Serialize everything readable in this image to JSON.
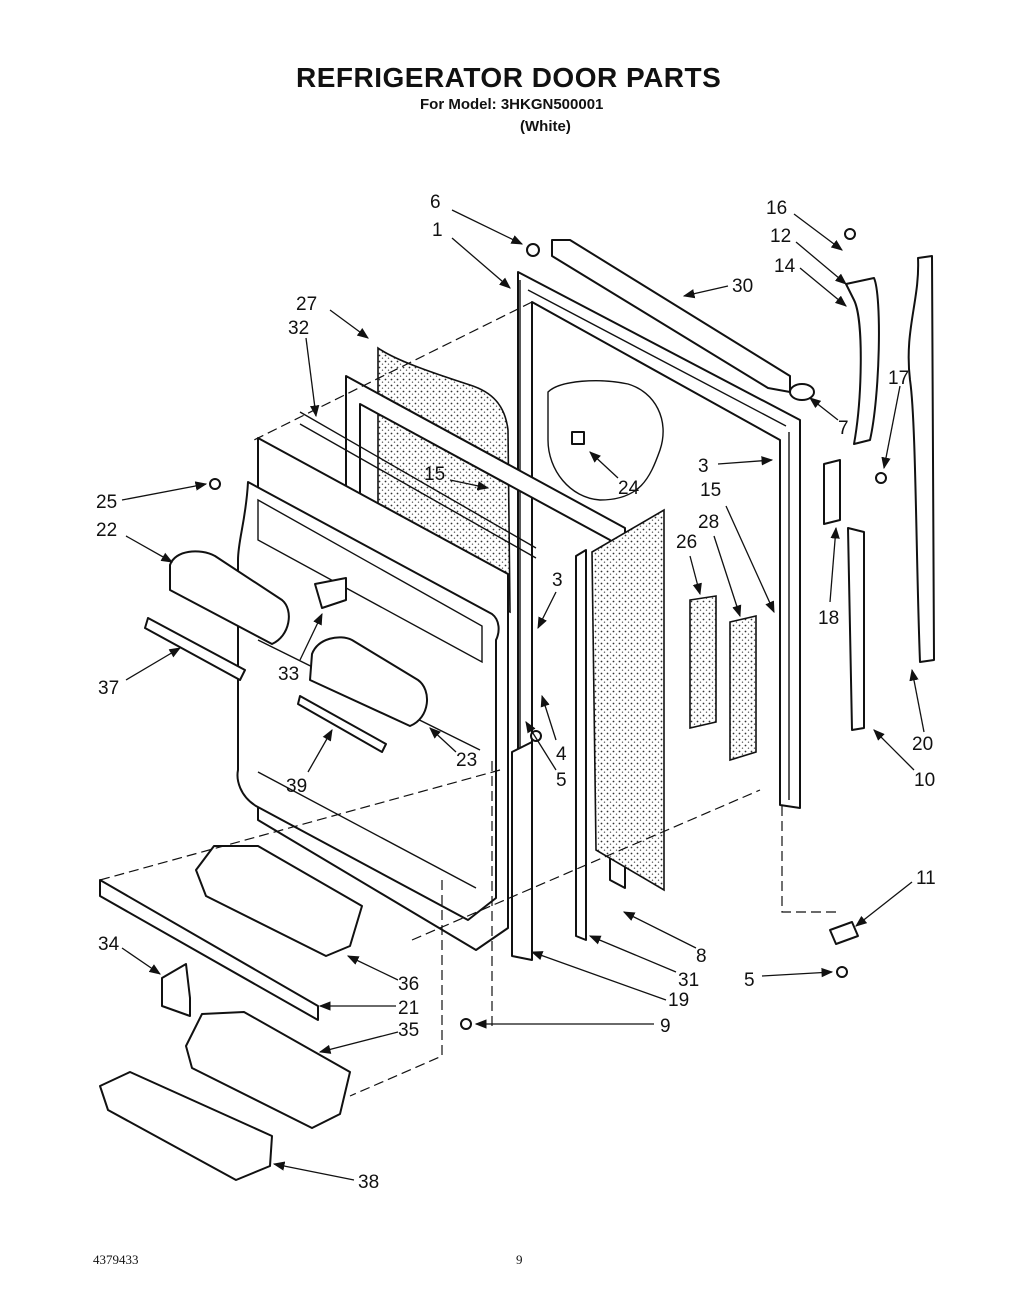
{
  "header": {
    "title": "REFRIGERATOR DOOR PARTS",
    "model": "For Model: 3HKGN500001",
    "color": "(White)"
  },
  "footer": {
    "doc_number": "4379433",
    "page_number": "9"
  },
  "callouts": [
    "6",
    "1",
    "30",
    "16",
    "12",
    "14",
    "27",
    "32",
    "7",
    "17",
    "15",
    "24",
    "3",
    "15",
    "25",
    "22",
    "28",
    "26",
    "18",
    "3",
    "33",
    "37",
    "4",
    "23",
    "5",
    "39",
    "20",
    "10",
    "11",
    "8",
    "31",
    "5",
    "34",
    "36",
    "19",
    "21",
    "9",
    "35",
    "38"
  ]
}
